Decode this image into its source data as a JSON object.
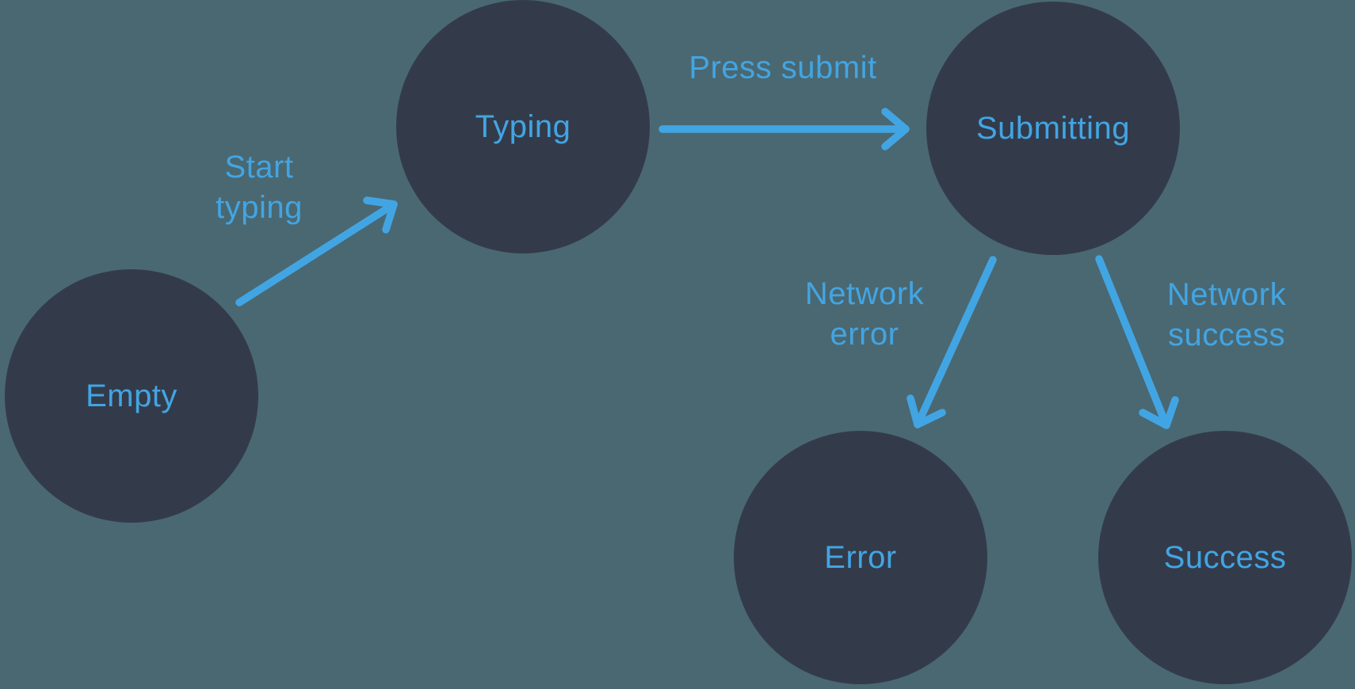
{
  "diagram": {
    "type": "state-machine",
    "colors": {
      "background": "#4a6872",
      "node_fill": "#333b4b",
      "accent_blue": "#42a5e3"
    },
    "nodes": [
      {
        "id": "empty",
        "label": "Empty"
      },
      {
        "id": "typing",
        "label": "Typing"
      },
      {
        "id": "submitting",
        "label": "Submitting"
      },
      {
        "id": "error",
        "label": "Error"
      },
      {
        "id": "success",
        "label": "Success"
      }
    ],
    "edges": [
      {
        "from": "empty",
        "to": "typing",
        "label": "Start\ntyping"
      },
      {
        "from": "typing",
        "to": "submitting",
        "label": "Press submit"
      },
      {
        "from": "submitting",
        "to": "error",
        "label": "Network\nerror"
      },
      {
        "from": "submitting",
        "to": "success",
        "label": "Network\nsuccess"
      }
    ]
  }
}
